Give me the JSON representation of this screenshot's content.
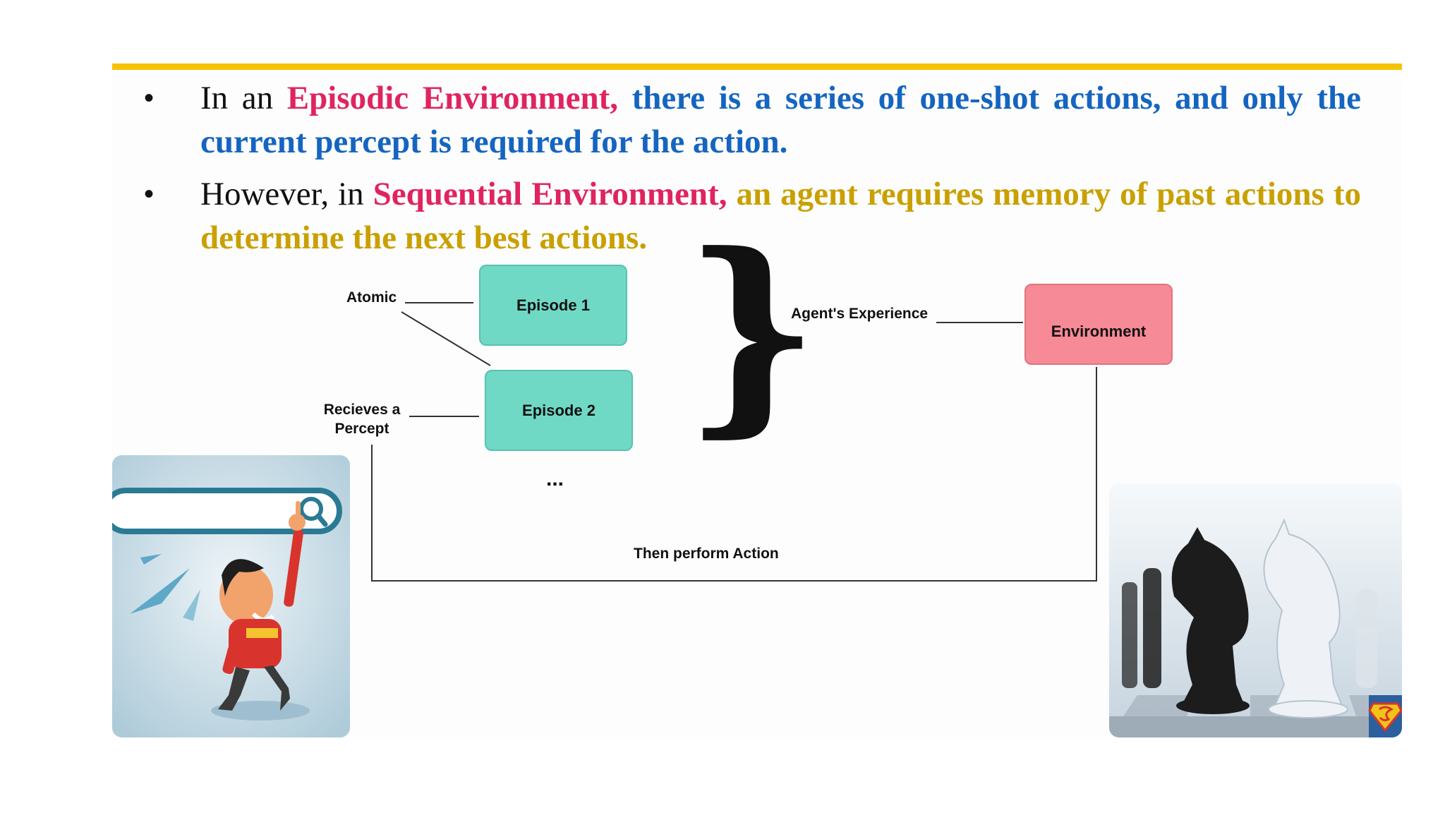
{
  "slide": {
    "bullet1": {
      "prefix": "In an ",
      "term": "Episodic Environment,",
      "rest": " there is a series of one-shot actions, and only the current percept is required for the action."
    },
    "bullet2": {
      "prefix": "However, in ",
      "term": "Sequential Environment,",
      "rest": " an agent requires memory of past actions to determine the next best actions."
    }
  },
  "diagram": {
    "episode1": "Episode 1",
    "episode2": "Episode 2",
    "ellipsis": "...",
    "atomic_label": "Atomic",
    "percept_label_line1": "Recieves a",
    "percept_label_line2": "Percept",
    "experience_label": "Agent's Experience",
    "environment": "Environment",
    "action_label": "Then perform Action",
    "brace": "}"
  },
  "colors": {
    "rule": "#f5c400",
    "term": "#e0245e",
    "blue_text": "#1565c0",
    "gold_text": "#c9a000",
    "episode_box": "#6fd9c6",
    "environment_box": "#f68a96"
  },
  "images": {
    "left": "cartoon-man-search-bar",
    "right": "chess-knights-photo",
    "badge": "superman-logo-badge"
  }
}
